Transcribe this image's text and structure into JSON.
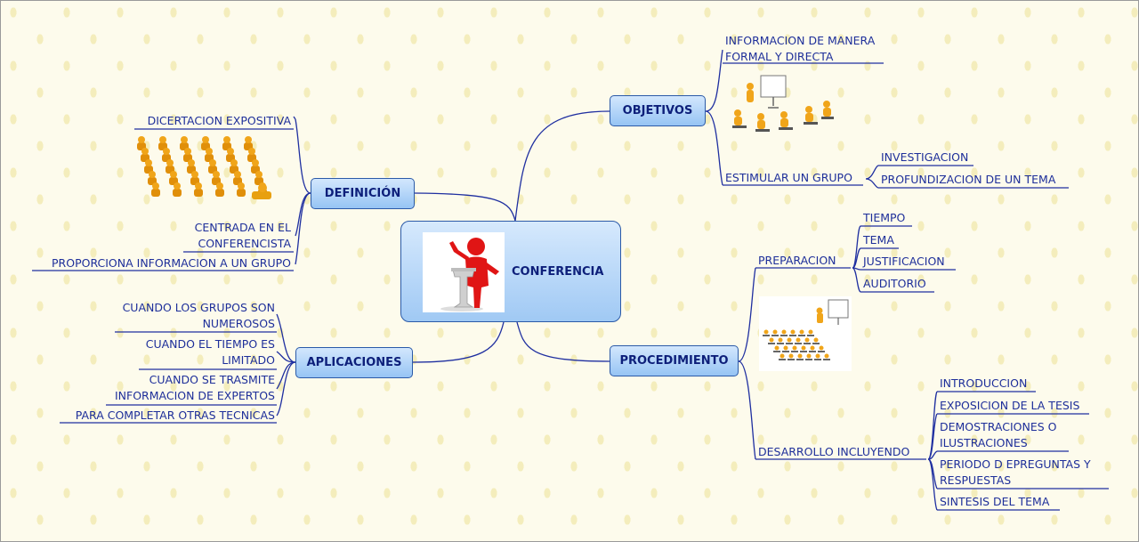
{
  "central": {
    "label": "CONFERENCIA",
    "icon": "speaker-at-podium-icon"
  },
  "branches": {
    "definicion": {
      "label": "DEFINICIÓN",
      "items": [
        "DICERTACION EXPOSITIVA",
        "CENTRADA EN EL CONFERENCISTA",
        "PROPORCIONA INFORMACION A UN GRUPO"
      ],
      "items_display": {
        "centrada_line1": "CENTRADA EN EL",
        "centrada_line2": "CONFERENCISTA"
      }
    },
    "aplicaciones": {
      "label": "APLICACIONES",
      "items": [
        {
          "line1": "CUANDO LOS GRUPOS SON",
          "line2": "NUMEROSOS"
        },
        {
          "line1": "CUANDO EL TIEMPO ES",
          "line2": "LIMITADO"
        },
        {
          "line1": "CUANDO SE TRASMITE",
          "line2": "INFORMACION DE EXPERTOS"
        },
        {
          "line1": "PARA COMPLETAR OTRAS TECNICAS"
        }
      ]
    },
    "objetivos": {
      "label": "OBJETIVOS",
      "items": [
        {
          "line1": "INFORMACION DE MANERA",
          "line2": "FORMAL Y DIRECTA"
        },
        {
          "line1": "ESTIMULAR UN GRUPO",
          "children": [
            "INVESTIGACION",
            "PROFUNDIZACION DE UN TEMA"
          ]
        }
      ]
    },
    "procedimiento": {
      "label": "PROCEDIMIENTO",
      "preparacion": {
        "label": "PREPARACION",
        "children": [
          "TIEMPO",
          "TEMA",
          "JUSTIFICACION",
          "AUDITORIO"
        ]
      },
      "desarrollo": {
        "label": "DESARROLLO INCLUYENDO",
        "children": [
          {
            "line1": "INTRODUCCION"
          },
          {
            "line1": "EXPOSICION DE LA TESIS"
          },
          {
            "line1": "DEMOSTRACIONES O",
            "line2": "ILUSTRACIONES"
          },
          {
            "line1": "PERIODO D EPREGUNTAS Y",
            "line2": "RESPUESTAS"
          },
          {
            "line1": "SINTESIS DEL TEMA"
          }
        ]
      }
    }
  },
  "images": {
    "crowd": "crowd-of-people-icon",
    "meeting": "presentation-meeting-icon",
    "classroom": "classroom-presentation-icon"
  },
  "colors": {
    "line": "#1f2fa0",
    "text": "#1e2f9a",
    "node_border": "#2b5aa8",
    "node_top": "#d3e7fd",
    "node_bottom": "#96c4f4",
    "figure": "#f0a51a",
    "speaker": "#e01515"
  }
}
